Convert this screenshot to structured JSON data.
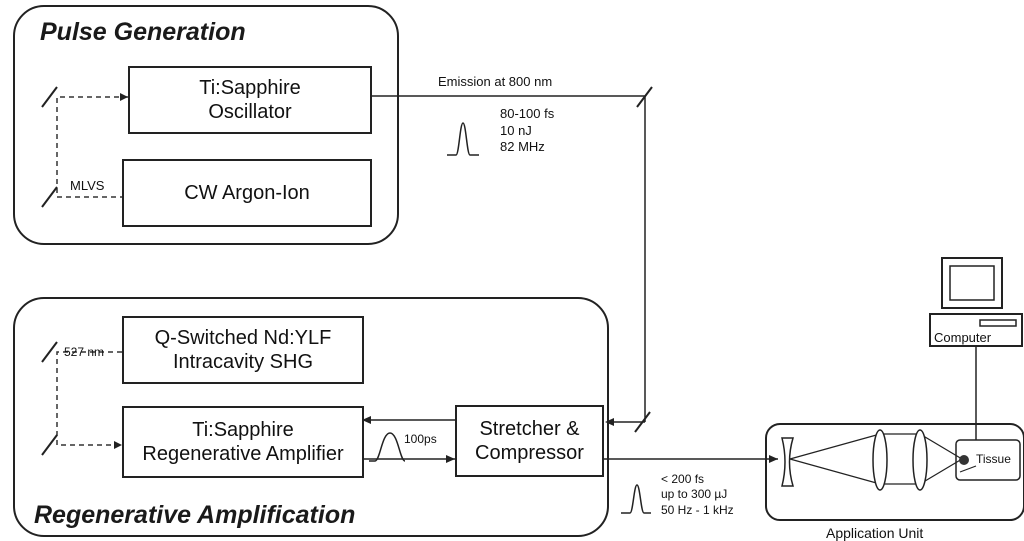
{
  "groups": {
    "pulse_generation": "Pulse Generation",
    "regenerative_amplification": "Regenerative Amplification"
  },
  "blocks": {
    "ti_sapphire_oscillator": "Ti:Sapphire\nOscillator",
    "cw_argon_ion": "CW Argon-Ion",
    "q_switched_laser": "Q-Switched Nd:YLF\nIntracavity SHG",
    "regenerative_amplifier": "Ti:Sapphire\nRegenerative Amplifier",
    "stretcher_compressor": "Stretcher &\nCompressor"
  },
  "labels": {
    "emission": "Emission at 800 nm",
    "oscillator_pulse": "80-100 fs\n10 nJ\n82 MHz",
    "mlvs": "MLVS",
    "pump_527": "527 nm",
    "stretched_pulse": "100ps",
    "output_pulse": "< 200 fs\nup to 300 µJ\n50 Hz - 1 kHz",
    "computer": "Computer",
    "tissue": "Tissue",
    "application_unit": "Application Unit"
  }
}
